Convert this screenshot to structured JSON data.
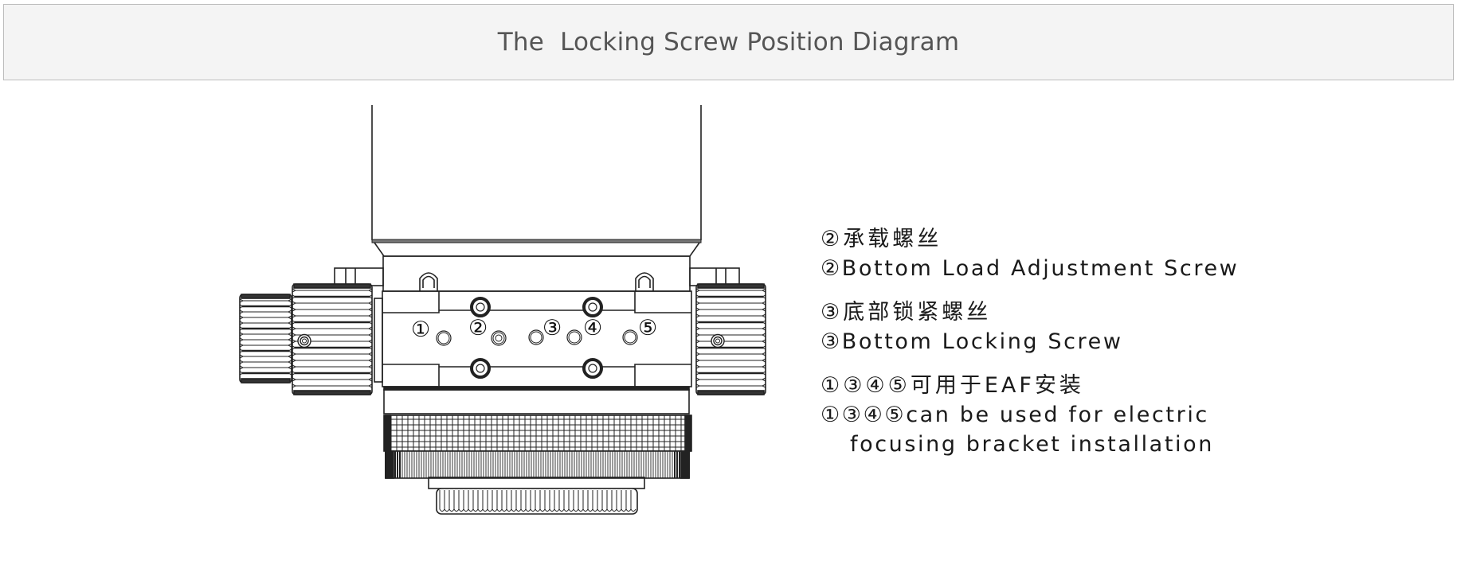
{
  "header": {
    "title": "The  Locking Screw Position Diagram"
  },
  "diagram": {
    "subject": "focuser-locking-screws",
    "screw_labels": [
      "①",
      "②",
      "③",
      "④",
      "⑤"
    ],
    "line_color": "#222222"
  },
  "legend": {
    "blocks": [
      {
        "lines": [
          "②承载螺丝",
          "②Bottom Load Adjustment Screw"
        ]
      },
      {
        "lines": [
          "③底部锁紧螺丝",
          "③Bottom Locking Screw"
        ]
      },
      {
        "lines": [
          "①③④⑤可用于EAF安装",
          "①③④⑤can be used for electric",
          "focusing bracket installation"
        ]
      }
    ]
  }
}
